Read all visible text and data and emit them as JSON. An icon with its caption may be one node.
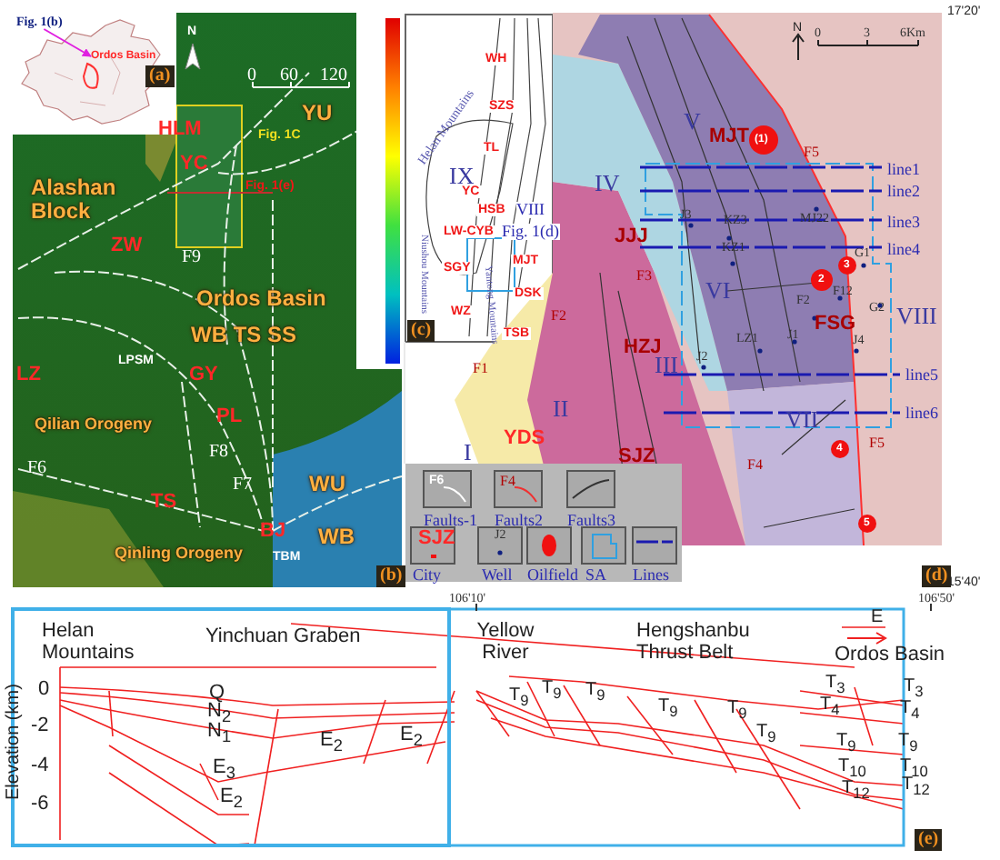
{
  "diagram": {
    "nodes": [
      {
        "text": [
          "Fig. 1(b)"
        ]
      },
      {
        "text": [
          "Ordos Basin"
        ]
      }
    ],
    "edges": [
      {
        "from": 0,
        "to": 1,
        "arrow": "to",
        "color": "#e020e0"
      }
    ],
    "labels": [
      "(a)",
      "N",
      "0",
      "60",
      "120",
      "YU",
      "HLM",
      "Fig. 1C",
      "YC",
      "Fig. 1(e)",
      "Alashan Block",
      "ZW",
      "F9",
      "Ordos Basin",
      "WB TS SS",
      "LPSM",
      "LZ",
      "GY",
      "Qilian Orogeny",
      "PL",
      "F8",
      "F6",
      "F7",
      "WU",
      "TS",
      "BJ",
      "WB",
      "Qinling Orogeny",
      "TBM",
      "(b)",
      "WH",
      "SZS",
      "TL",
      "Helan Mountains",
      "IX",
      "YC",
      "HSB",
      "VIII",
      "Fig. 1(d)",
      "LW-CYB",
      "MJT",
      "SGY",
      "Niushou Mountains",
      "Yantong Mountains",
      "DSK",
      "WZ",
      "TSB",
      "(c)",
      "N",
      "0",
      "3",
      "6Km",
      "V",
      "MJT",
      "F5",
      "IV",
      "line1",
      "line2",
      "J3",
      "KZ3",
      "MJ22",
      "line3",
      "JJJ",
      "KZ1",
      "G1",
      "line4",
      "F3",
      "F12",
      "VI",
      "F2",
      "G2",
      "FSG",
      "VIII",
      "F2",
      "LZ1",
      "J1",
      "J4",
      "HZJ",
      "III",
      "J2",
      "line5",
      "F1",
      "II",
      "VII",
      "line6",
      "F5",
      "F4",
      "I",
      "YDS",
      "SJZ",
      "17'20'",
      "(d)",
      "15'40'",
      "106'10'",
      "106'50'",
      "F6",
      "F4",
      "SJZ",
      "J2",
      "Helan Mountains",
      "Yinchuan Graben",
      "Yellow River",
      "Hengshanbu Thrust Belt",
      "E",
      "Ordos Basin",
      "Elevation (km)",
      "0",
      "-2",
      "-4",
      "-6",
      "Q",
      "N$_{2}$",
      "N$_{1}$",
      "E$_{2}$",
      "E$_{2}$",
      "E$_{3}$",
      "E$_{2}$",
      "T$_{9}$",
      "T$_{9}$",
      "T$_{9}$",
      "T$_{9}$",
      "T$_{9}$",
      "T$_{9}$",
      "T$_{3}$",
      "T$_{3}$",
      "T$_{4}$",
      "T$_{4}$",
      "T$_{9}$",
      "T$_{9}$",
      "T$_{10}$",
      "T$_{10}$",
      "T$_{12}$",
      "T$_{12}$",
      "(e)",
      "(1)",
      "2",
      "3",
      "4",
      "5"
    ],
    "legend": [
      {
        "text": "Faults-1"
      },
      {
        "text": "Faults2"
      },
      {
        "text": "Faults3"
      },
      {
        "text": "City"
      },
      {
        "text": "Well"
      },
      {
        "text": "Oilfield"
      },
      {
        "text": "SA"
      },
      {
        "text": "Lines"
      }
    ]
  }
}
